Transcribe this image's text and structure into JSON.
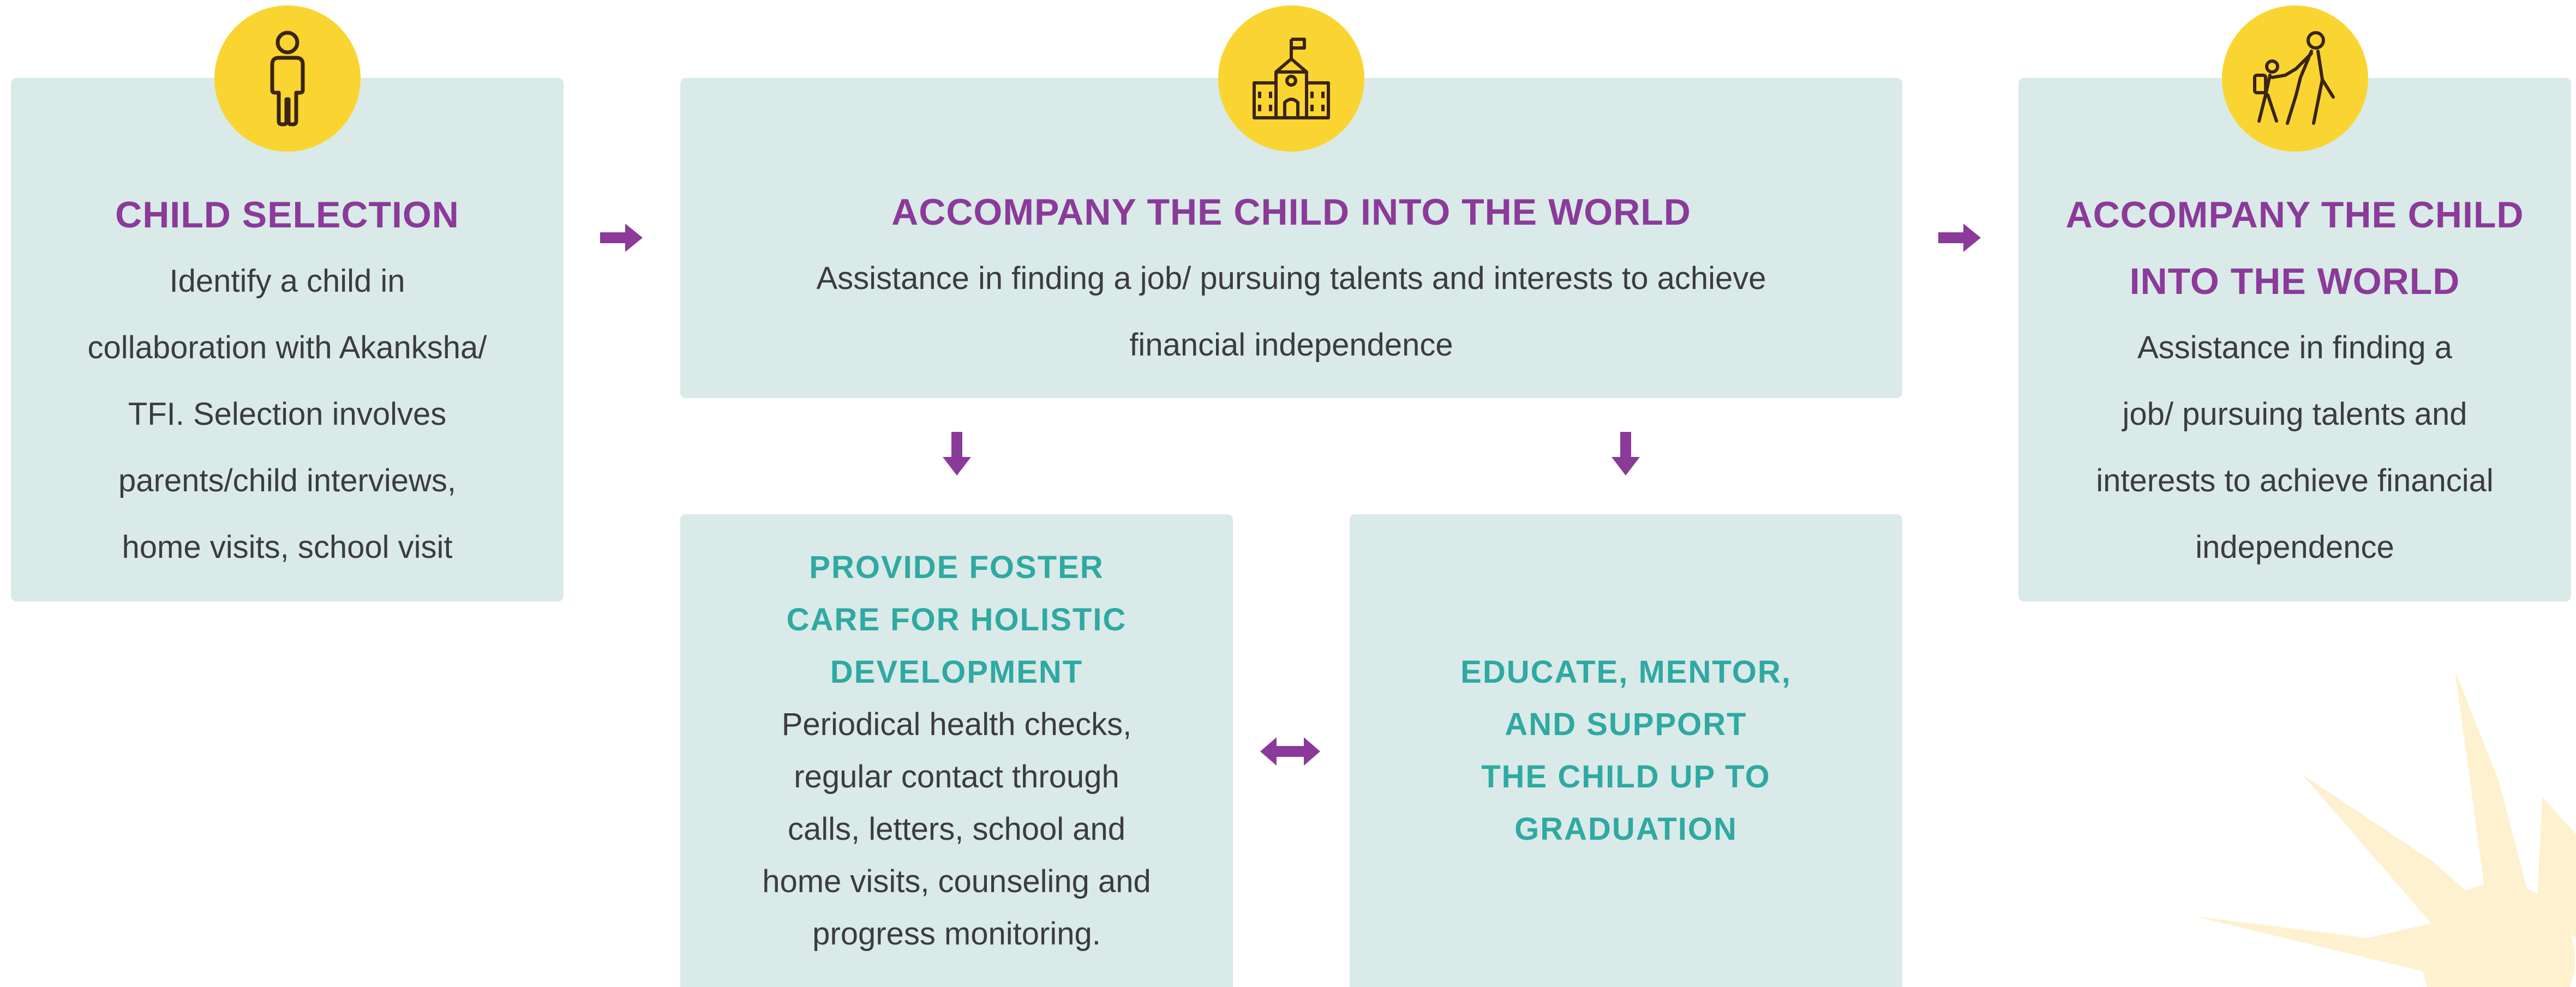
{
  "colors": {
    "card_bg": "#d9eae8",
    "title_purple": "#8b3a9a",
    "title_teal": "#2fa9a2",
    "badge_yellow": "#fad531",
    "arrow_purple": "#8b3a9a",
    "burst_cream": "#fdf1cf"
  },
  "steps": {
    "child_selection": {
      "icon": "child-icon",
      "title": "CHILD SELECTION",
      "body": "Identify a child in\ncollaboration with Akanksha/\nTFI. Selection involves\nparents/child interviews,\nhome visits, school visit"
    },
    "accompany_center": {
      "icon": "school-icon",
      "title": "ACCOMPANY THE CHILD INTO THE WORLD",
      "body": "Assistance in finding a job/ pursuing talents and interests to achieve\nfinancial independence"
    },
    "accompany_right": {
      "icon": "adult-child-walking-icon",
      "title": "ACCOMPANY THE CHILD\nINTO THE WORLD",
      "body": "Assistance in finding a\njob/ pursuing talents and\ninterests to achieve financial\nindependence"
    },
    "foster_care": {
      "title": "PROVIDE FOSTER\nCARE FOR HOLISTIC\nDEVELOPMENT",
      "body": "Periodical health checks,\nregular contact through\ncalls, letters, school and\nhome visits, counseling and\nprogress monitoring."
    },
    "educate": {
      "title": "EDUCATE, MENTOR,\nAND SUPPORT\nTHE CHILD UP TO\nGRADUATION"
    }
  }
}
